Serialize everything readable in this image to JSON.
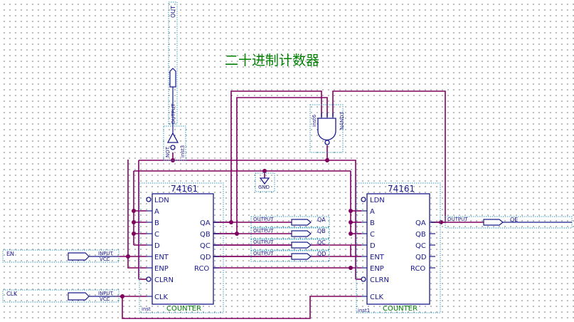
{
  "title": "二十进制计数器",
  "chips": [
    {
      "name": "74161",
      "inst": "inst",
      "footer": "COUNTER",
      "left_pins": [
        "LDN",
        "A",
        "B",
        "C",
        "D",
        "ENT",
        "ENP",
        "CLRN",
        "CLK"
      ],
      "right_pins": [
        "QA",
        "QB",
        "QC",
        "QD",
        "RCO"
      ]
    },
    {
      "name": "74161",
      "inst": "inst1",
      "footer": "COUNTER",
      "left_pins": [
        "LDN",
        "A",
        "B",
        "C",
        "D",
        "ENT",
        "ENP",
        "CLRN",
        "CLK"
      ],
      "right_pins": [
        "QA",
        "QB",
        "QC",
        "QD",
        "RCO"
      ]
    }
  ],
  "inputs": [
    {
      "port": "EN",
      "type": "INPUT",
      "default": "VCC"
    },
    {
      "port": "CLK",
      "type": "INPUT",
      "default": "VCC"
    }
  ],
  "outputs": [
    {
      "type": "OUTPUT",
      "port": "QA"
    },
    {
      "type": "OUTPUT",
      "port": "QB"
    },
    {
      "type": "OUTPUT",
      "port": "QC"
    },
    {
      "type": "OUTPUT",
      "port": "QD"
    },
    {
      "type": "OUTPUT",
      "port": "QE"
    }
  ],
  "out_port": {
    "type": "OUTPUT",
    "port": "OUT"
  },
  "nand": {
    "name": "NAND3",
    "inst": "inst6"
  },
  "not_gate": {
    "name": "NOT",
    "inst": "inst3"
  },
  "gnd": "GND"
}
